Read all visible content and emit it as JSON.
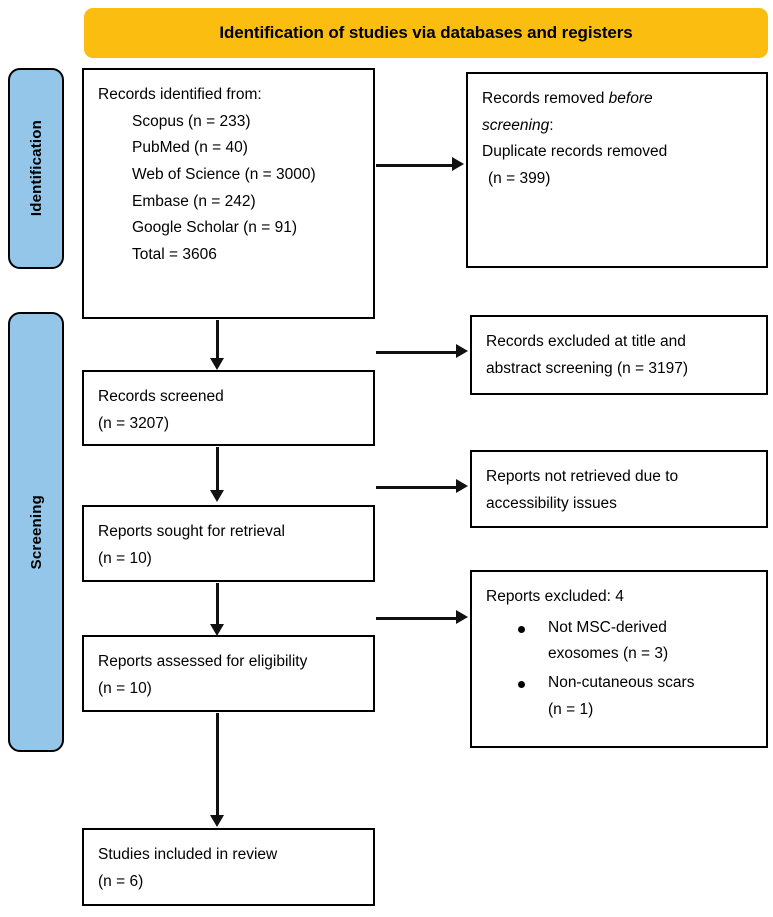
{
  "banner": {
    "title": "Identification of studies via databases and registers",
    "bg_color": "#FBBE10"
  },
  "stages": {
    "identification": "Identification",
    "screening": "Screening",
    "bg_color": "#93C6E9"
  },
  "boxes": {
    "identified": {
      "heading": "Records identified from:",
      "sources": [
        "Scopus (n = 233)",
        "PubMed (n = 40)",
        "Web of Science (n = 3000)",
        "Embase (n = 242)",
        "Google Scholar (n = 91)"
      ],
      "total": "Total = 3606"
    },
    "removed": {
      "line1_a": "Records",
      "line1_b": "removed",
      "line1_c": "before",
      "line2": "screening",
      "line2_colon": ":",
      "line3": "Duplicate records removed",
      "line4": "(n = 399)"
    },
    "screened": {
      "line1": "Records screened",
      "line2": "(n = 3207)"
    },
    "excluded_title_abstract": {
      "line1": "Records excluded at title and",
      "line2": "abstract screening (n = 3197)"
    },
    "sought": {
      "line1": "Reports sought for retrieval",
      "line2": "(n = 10)"
    },
    "not_retrieved": {
      "line1": "Reports not retrieved due to",
      "line2": "accessibility issues"
    },
    "assessed": {
      "line1": "Reports assessed for eligibility",
      "line2": "(n = 10)"
    },
    "reports_excluded": {
      "heading": "Reports excluded: 4",
      "items": [
        {
          "line1": "Not          MSC-derived",
          "line2": "exosomes (n = 3)"
        },
        {
          "line1": "Non-cutaneous scars",
          "line2": "(n = 1)"
        }
      ]
    },
    "included": {
      "line1": "Studies included in review",
      "line2": "(n = 6)"
    }
  },
  "chart_data": {
    "type": "diagram",
    "title": "PRISMA flow diagram",
    "nodes": [
      {
        "id": "identified",
        "label": "Records identified from databases",
        "n": 3606
      },
      {
        "id": "removed",
        "label": "Duplicate records removed",
        "n": 399
      },
      {
        "id": "screened",
        "label": "Records screened",
        "n": 3207
      },
      {
        "id": "excluded_ta",
        "label": "Records excluded at title and abstract screening",
        "n": 3197
      },
      {
        "id": "sought",
        "label": "Reports sought for retrieval",
        "n": 10
      },
      {
        "id": "not_retrieved",
        "label": "Reports not retrieved due to accessibility issues",
        "n": null
      },
      {
        "id": "assessed",
        "label": "Reports assessed for eligibility",
        "n": 10
      },
      {
        "id": "reports_excluded",
        "label": "Reports excluded",
        "n": 4
      },
      {
        "id": "included",
        "label": "Studies included in review",
        "n": 6
      }
    ],
    "edges": [
      {
        "from": "identified",
        "to": "removed"
      },
      {
        "from": "identified",
        "to": "screened"
      },
      {
        "from": "screened",
        "to": "excluded_ta"
      },
      {
        "from": "screened",
        "to": "sought"
      },
      {
        "from": "sought",
        "to": "not_retrieved"
      },
      {
        "from": "sought",
        "to": "assessed"
      },
      {
        "from": "assessed",
        "to": "reports_excluded"
      },
      {
        "from": "assessed",
        "to": "included"
      }
    ]
  }
}
